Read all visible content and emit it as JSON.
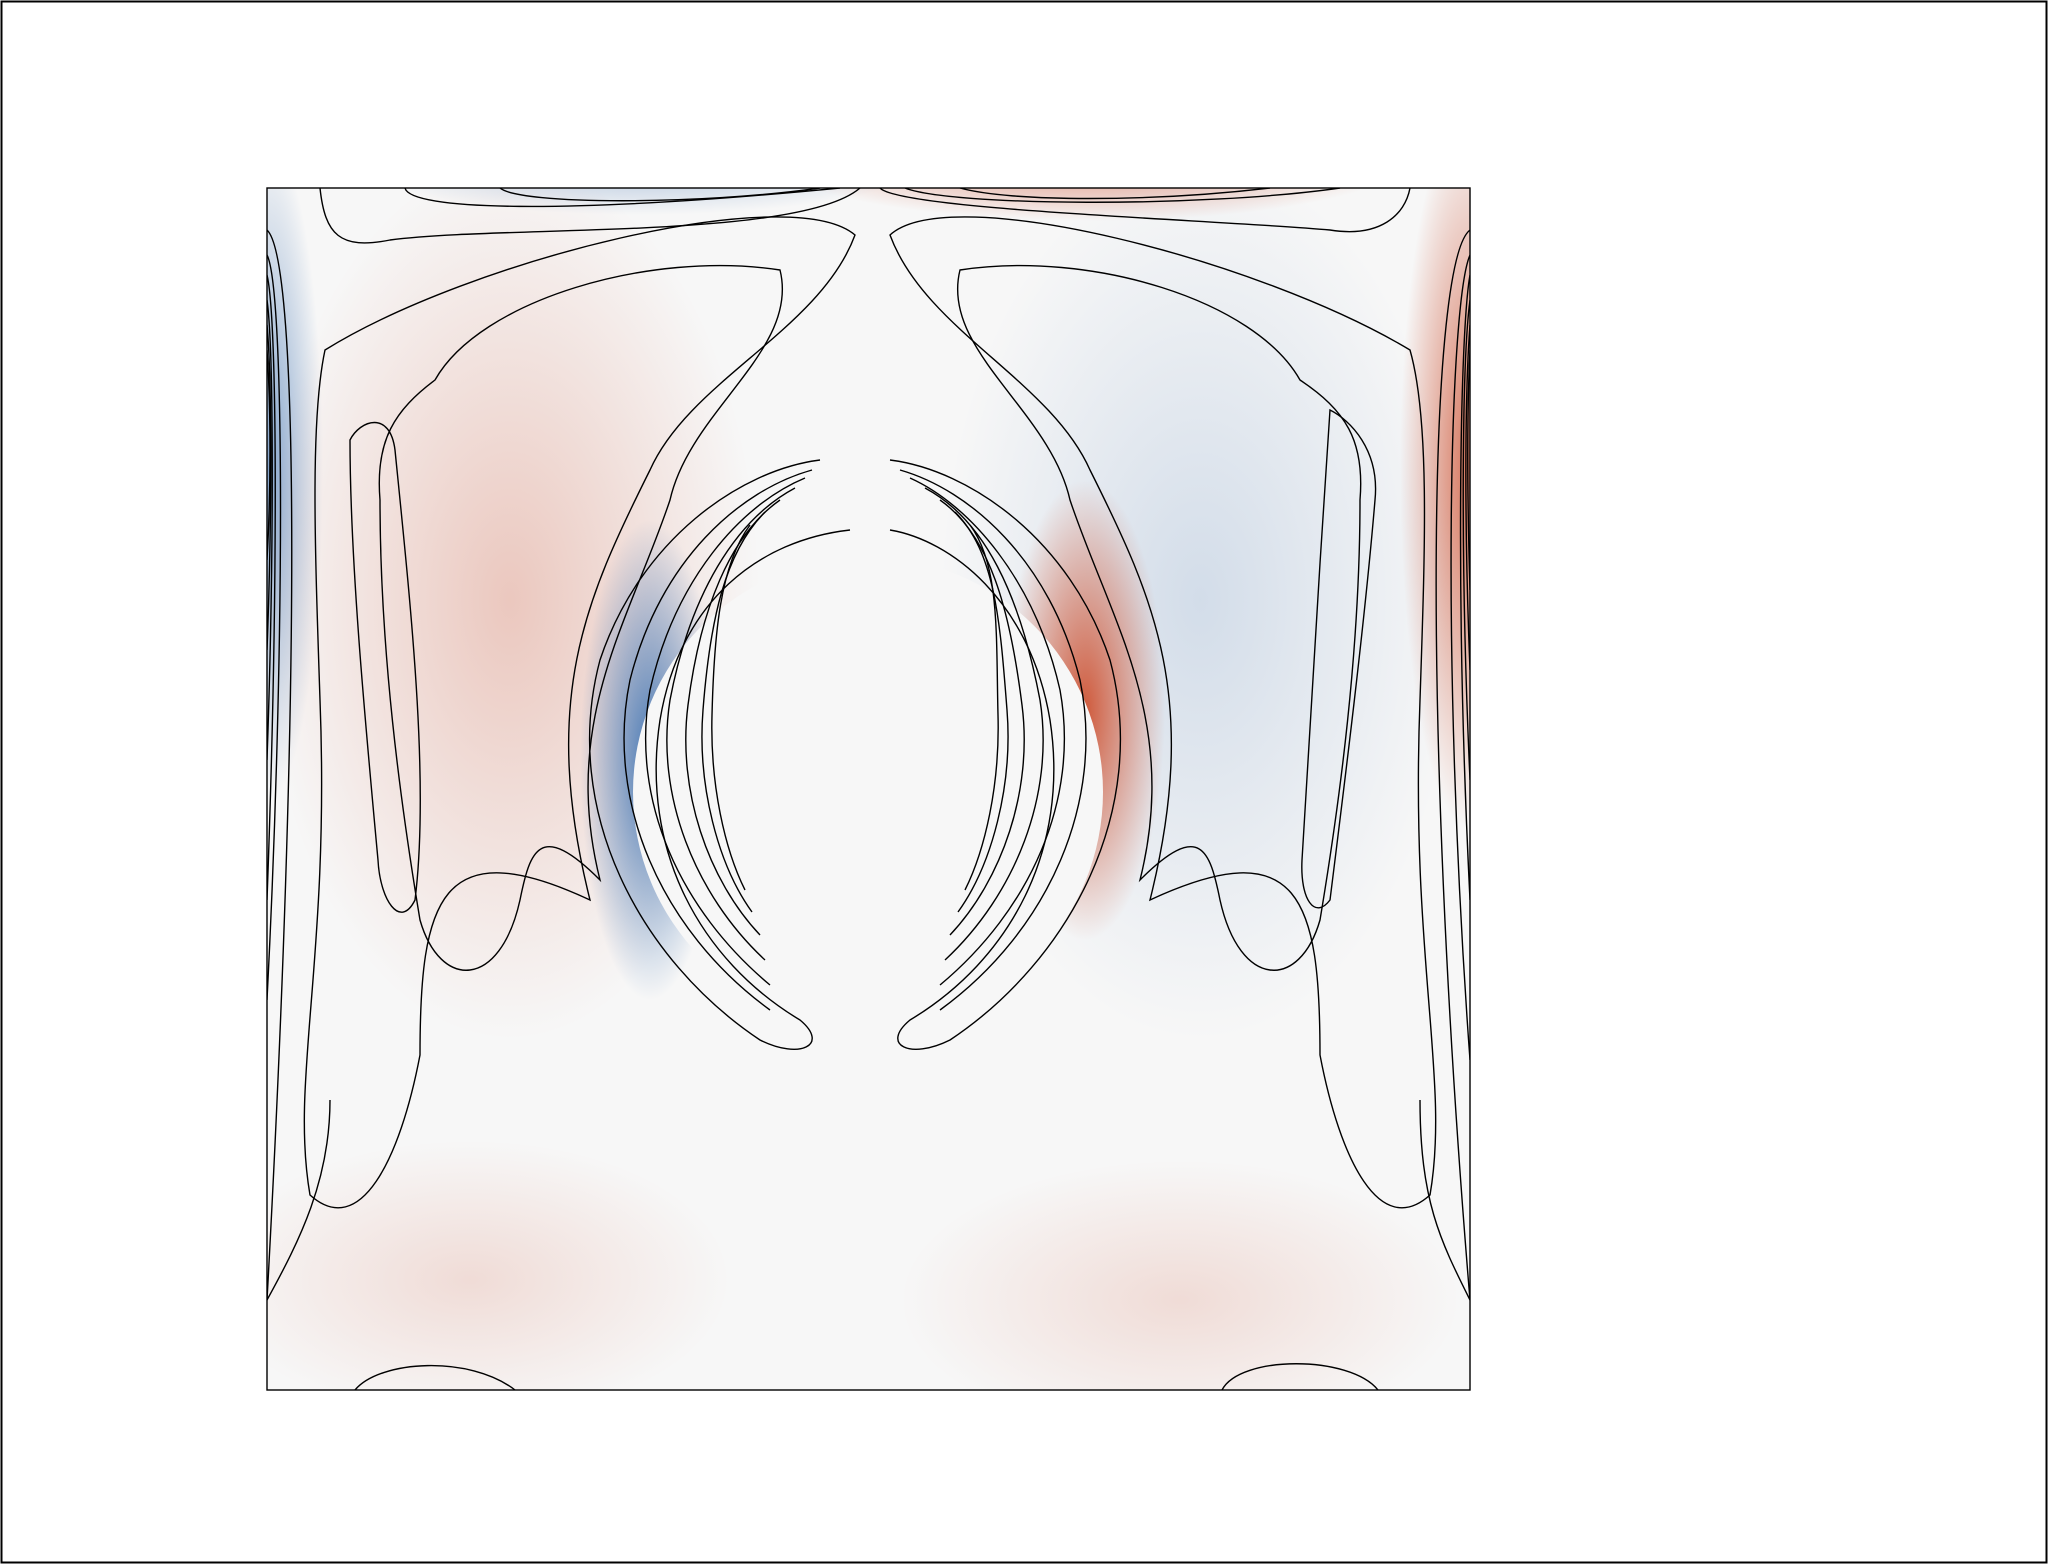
{
  "chart_data": {
    "type": "heatmap",
    "title": "",
    "xlabel": "",
    "ylabel": "",
    "colormap": {
      "negative": "#4a7ab5",
      "zero": "#f7f7f7",
      "positive": "#cf5a3c"
    },
    "contour_color": "#000000",
    "obstacle": {
      "shape": "circle",
      "center": [
        0.5,
        0.5
      ],
      "radius": 0.195
    },
    "field_features": [
      {
        "name": "left-wall-layer",
        "sign": -1,
        "strength": 0.65
      },
      {
        "name": "right-wall-layer",
        "sign": 1,
        "strength": 0.85
      },
      {
        "name": "top-left-wall-band",
        "sign": -1,
        "strength": 0.4
      },
      {
        "name": "top-right-wall-band",
        "sign": 1,
        "strength": 0.7
      },
      {
        "name": "left-vortex-lobe",
        "sign": 1,
        "strength": 0.22
      },
      {
        "name": "right-vortex-lobe",
        "sign": -1,
        "strength": 0.1
      },
      {
        "name": "cylinder-left-shear-layer",
        "sign": -1,
        "strength": 1.0
      },
      {
        "name": "cylinder-right-shear-layer",
        "sign": 1,
        "strength": 1.0
      },
      {
        "name": "bottom-left-cell",
        "sign": 1,
        "strength": 0.08
      },
      {
        "name": "bottom-right-cell",
        "sign": 1,
        "strength": 0.08
      }
    ]
  }
}
